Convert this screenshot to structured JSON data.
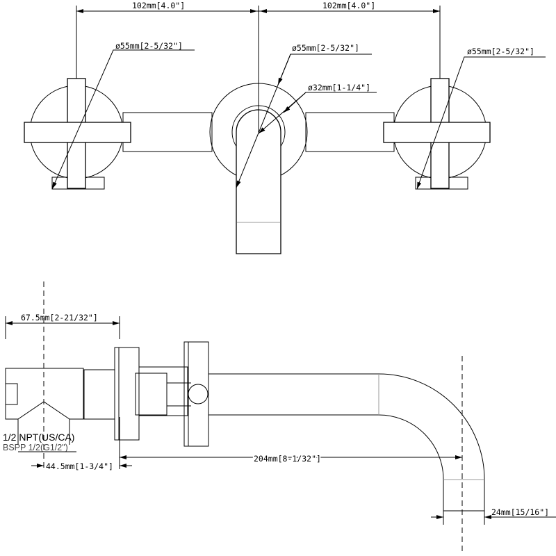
{
  "top_view": {
    "dim_left_spacing": "102mm[4.0\"]",
    "dim_right_spacing": "102mm[4.0\"]",
    "dim_left_handle_dia": "ø55mm[2-5/32\"]",
    "dim_center_flange_dia": "ø55mm[2-5/32\"]",
    "dim_right_handle_dia": "ø55mm[2-5/32\"]",
    "dim_spout_dia": "ø32mm[1-1/4\"]"
  },
  "side_view": {
    "dim_valve_depth": "67.5mm[2-21/32\"]",
    "thread_us": "1/2 NPT(US/CA)",
    "thread_bspp": "BSPP 1/2(G1/2\")",
    "dim_center_offset": "44.5mm[1-3/4\"]",
    "dim_spout_reach": "204mm[8-1/32\"]",
    "dim_spout_width": "24mm[15/16\"]"
  }
}
